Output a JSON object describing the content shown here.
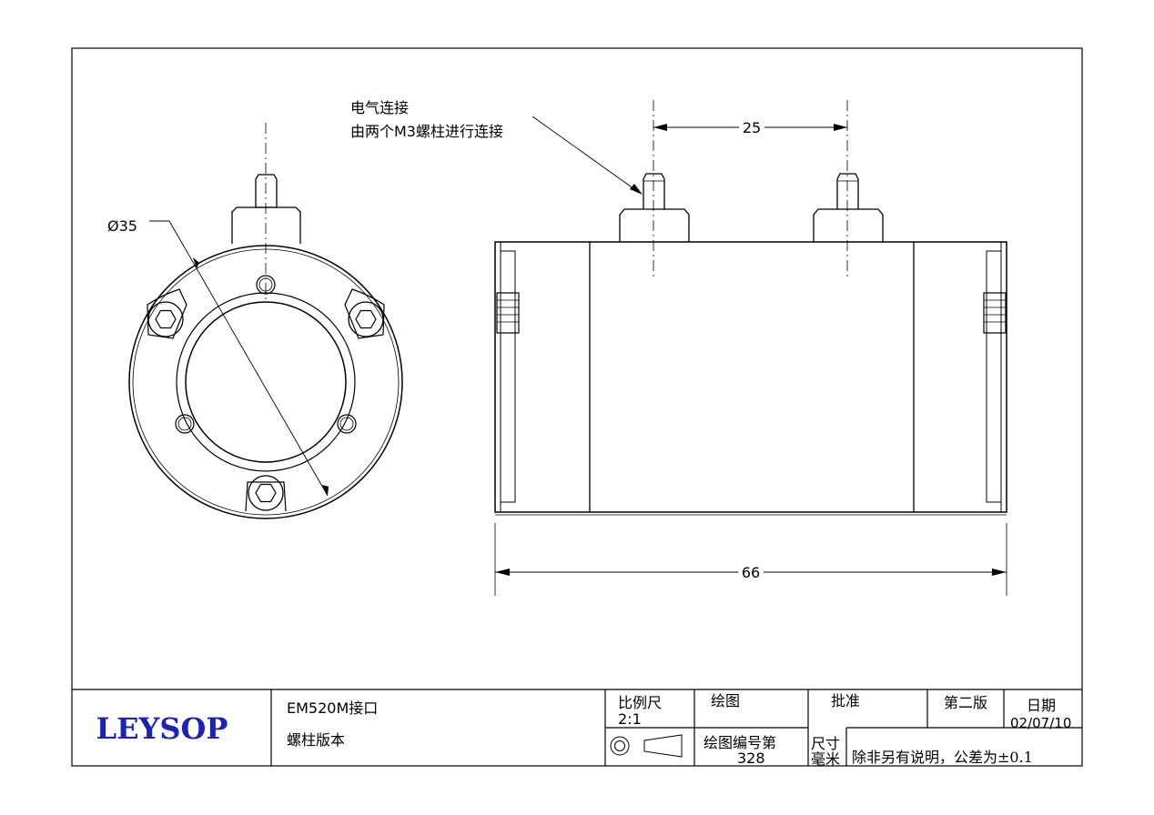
{
  "annotations": {
    "note_line1": "电气连接",
    "note_line2": "由两个M3螺柱进行连接",
    "dim_pitch": "25",
    "dim_diameter": "Ø35",
    "dim_length": "66"
  },
  "title_block": {
    "logo": "LEYSOP",
    "title": "EM520M接口",
    "subtitle": "螺柱版本",
    "scale_label": "比例尺",
    "scale_value": "2:1",
    "drawn_label": "绘图",
    "approved_label": "批准",
    "edition": "第二版",
    "date_label": "日期",
    "date_value": "02/07/10",
    "drawing_no_label": "绘图编号第",
    "drawing_no_value": "328",
    "unit_label_1": "尺寸",
    "unit_label_2": "毫米",
    "tolerance_note": "除非另有说明，公差为±0.1"
  }
}
